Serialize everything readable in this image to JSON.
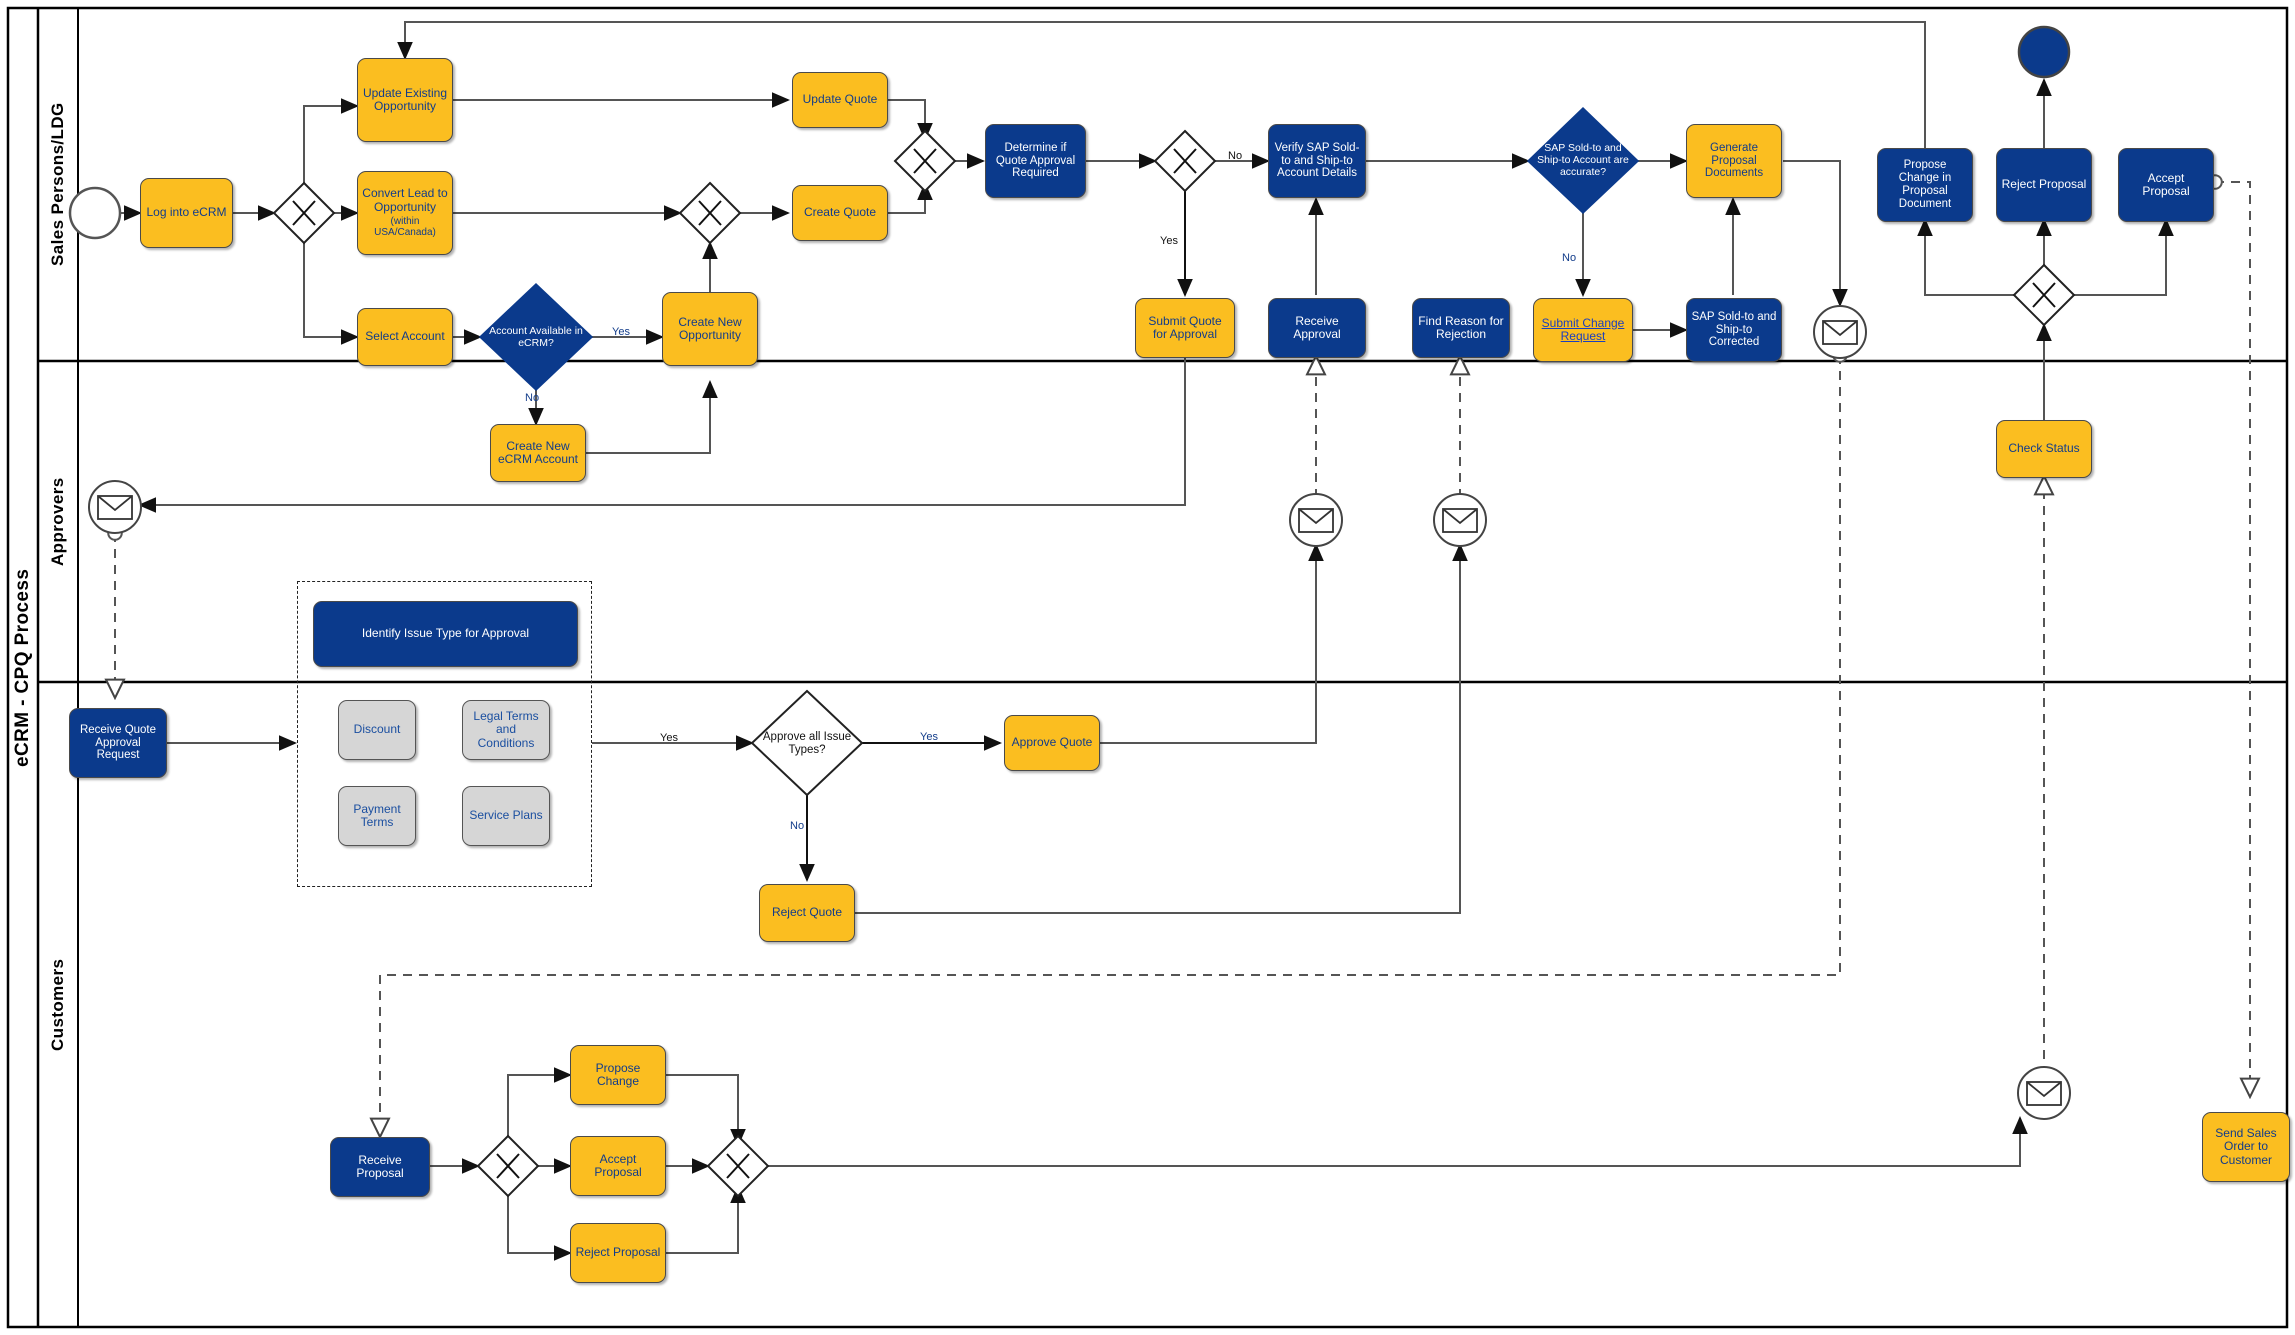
{
  "pool": {
    "label": "eCRM - CPQ Process"
  },
  "lanes": [
    {
      "id": "sales",
      "label": "Sales Persons/LDG"
    },
    {
      "id": "approvers",
      "label": "Approvers"
    },
    {
      "id": "customers",
      "label": "Customers"
    }
  ],
  "colors": {
    "task_yellow": "#FBBE20",
    "task_blue": "#0B3A8C",
    "task_grey": "#D6D6D6",
    "text_blue": "#123C8A",
    "link_blue": "#1B3FBF",
    "connector": "#6b6b6b",
    "border": "#4a4a4a"
  },
  "sales_lane": {
    "start_event": "start-event",
    "tasks": {
      "log_into_ecrm": "Log into eCRM",
      "update_existing_opportunity": "Update Existing Opportunity",
      "convert_lead_to_opportunity": "Convert Lead to Opportunity",
      "convert_lead_sub": "(within USA/Canada)",
      "select_account": "Select Account",
      "create_new_opportunity": "Create New Opportunity",
      "create_new_ecrm_account": "Create New eCRM Account",
      "update_quote": "Update Quote",
      "create_quote": "Create Quote",
      "determine_if_quote_approval_required": "Determine if Quote Approval Required",
      "submit_quote_for_approval": "Submit Quote for Approval",
      "verify_sap_sold_to_and_ship_to": "Verify SAP Sold-to and Ship-to Account Details",
      "receive_approval": "Receive Approval",
      "find_reason_for_rejection": "Find Reason for Rejection",
      "submit_change_request": "Submit Change Request",
      "sap_sold_to_and_ship_to_corrected": "SAP Sold-to and Ship-to Corrected",
      "generate_proposal_documents": "Generate Proposal Documents",
      "propose_change_in_proposal_document": "Propose Change in Proposal Document",
      "reject_proposal": "Reject Proposal",
      "accept_proposal": "Accept Proposal",
      "check_status": "Check Status"
    },
    "gateways": {
      "account_available_in_ecrm": "Account Available in eCRM?",
      "sap_accounts_accurate": "SAP Sold-to and Ship-to Account are accurate?"
    },
    "flow_labels": {
      "account_available_yes": "Yes",
      "account_available_no": "No",
      "approval_required_no": "No",
      "approval_required_yes": "Yes",
      "sap_accurate_no": "No"
    }
  },
  "approvers_lane": {
    "tasks": {
      "receive_quote_approval_request": "Receive Quote Approval Request",
      "identify_issue_type_for_approval": "Identify Issue Type for Approval",
      "approve_quote": "Approve Quote",
      "reject_quote": "Reject Quote"
    },
    "issue_types": [
      "Discount",
      "Legal Terms and Conditions",
      "Payment Terms",
      "Service Plans"
    ],
    "gateways": {
      "approve_all_issue_types": "Approve all Issue Types?"
    },
    "flow_labels": {
      "to_issue_group": "Yes",
      "approve_all_yes": "Yes",
      "approve_all_no": "No"
    }
  },
  "customers_lane": {
    "tasks": {
      "receive_proposal": "Receive Proposal",
      "propose_change": "Propose Change",
      "accept_proposal": "Accept Proposal",
      "reject_proposal": "Reject Proposal",
      "send_sales_order_to_customer": "Send Sales Order to Customer"
    }
  },
  "icons": {
    "start": "start-event-circle",
    "end": "end-event-circle",
    "message": "envelope-icon",
    "gateway": "exclusive-gateway-x",
    "decision": "decision-diamond"
  }
}
